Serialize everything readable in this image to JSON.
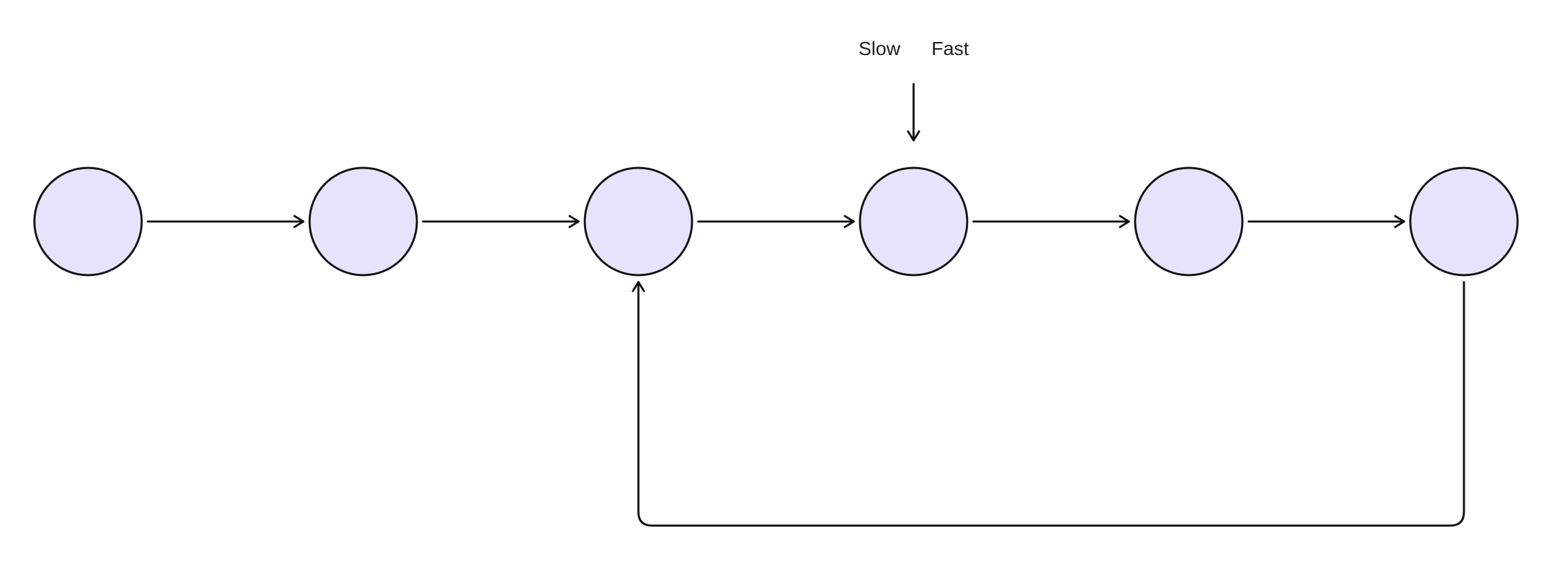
{
  "diagram": {
    "labels": {
      "slow": "Slow",
      "fast": "Fast"
    },
    "node_count": 6,
    "colors": {
      "node_fill": "#E8E3FD",
      "stroke": "#111111",
      "text": "#1f1f1f"
    },
    "edges": [
      {
        "from": 1,
        "to": 2
      },
      {
        "from": 2,
        "to": 3
      },
      {
        "from": 3,
        "to": 4
      },
      {
        "from": 4,
        "to": 5
      },
      {
        "from": 5,
        "to": 6
      },
      {
        "from": 6,
        "to": 3
      }
    ]
  }
}
